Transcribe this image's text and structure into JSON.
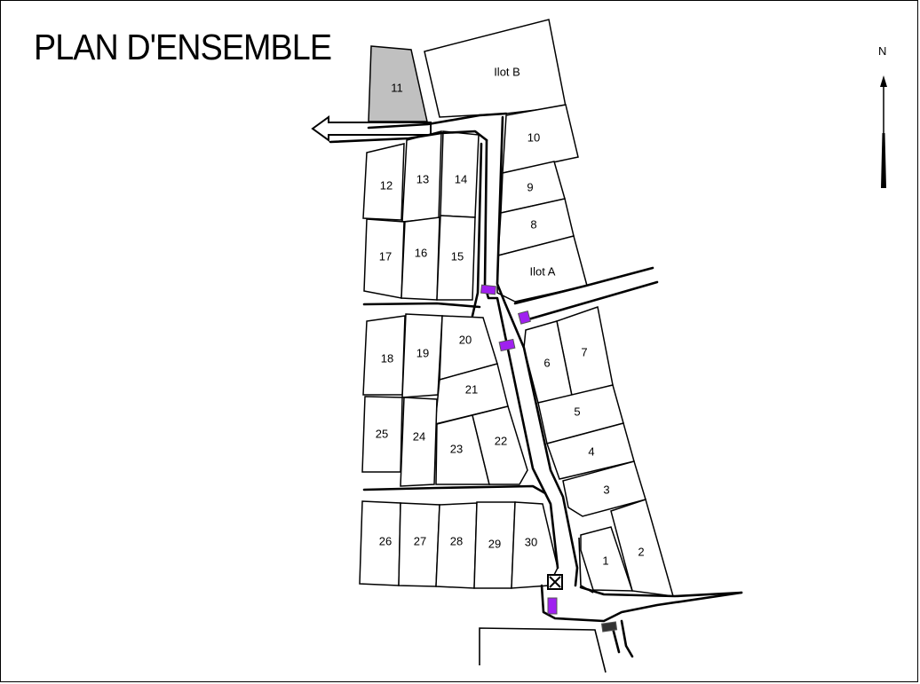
{
  "title": "PLAN D'ENSEMBLE",
  "north_label": "N",
  "colors": {
    "reserved_lot": "#c0c0c0",
    "access_marker": "#a020f0",
    "outline": "#000000"
  },
  "lots": {
    "l1": "1",
    "l2": "2",
    "l3": "3",
    "l4": "4",
    "l5": "5",
    "l6": "6",
    "l7": "7",
    "l8": "8",
    "l9": "9",
    "l10": "10",
    "l11": "11",
    "l12": "12",
    "l13": "13",
    "l14": "14",
    "l15": "15",
    "l16": "16",
    "l17": "17",
    "l18": "18",
    "l19": "19",
    "l20": "20",
    "l21": "21",
    "l22": "22",
    "l23": "23",
    "l24": "24",
    "l25": "25",
    "l26": "26",
    "l27": "27",
    "l28": "28",
    "l29": "29",
    "l30": "30",
    "ilotA": "Ilot A",
    "ilotB": "Ilot B"
  },
  "icons": [
    "north-arrow-icon",
    "exit-arrow-icon",
    "crossed-box-icon"
  ]
}
